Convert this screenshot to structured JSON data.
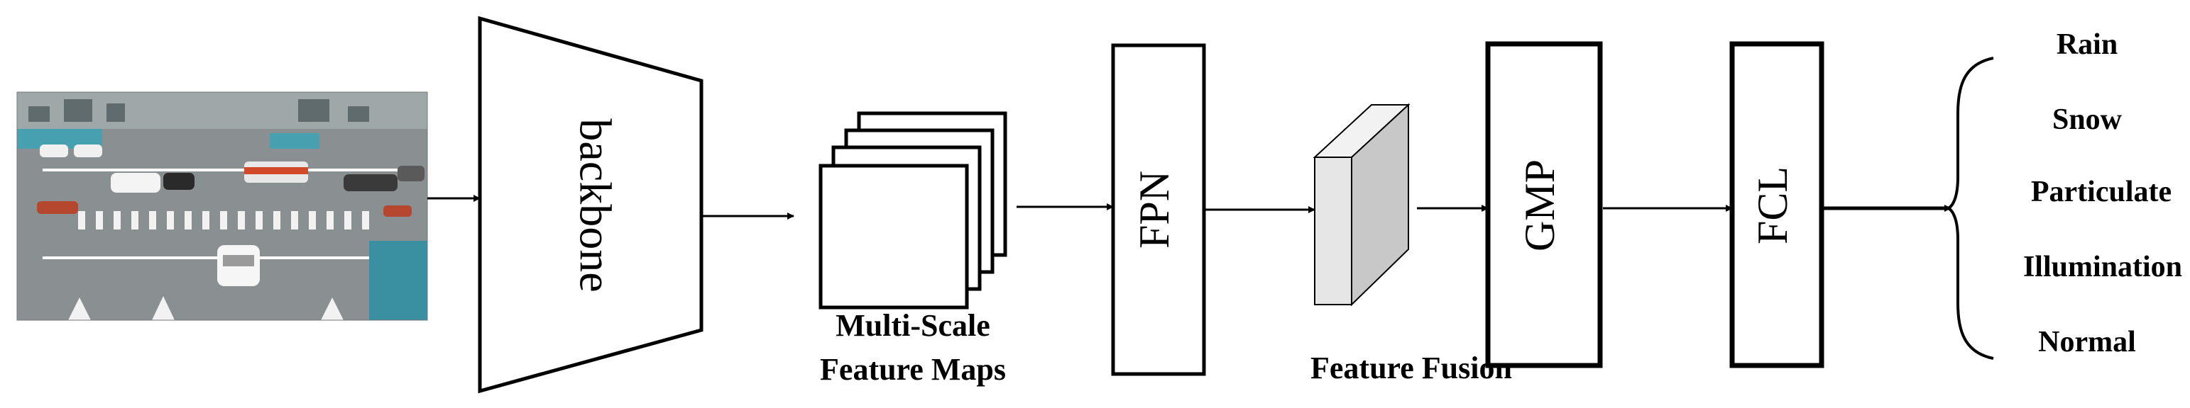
{
  "diagram": {
    "backbone_label": "backbone",
    "feature_maps_label": [
      "Multi-Scale",
      "Feature Maps"
    ],
    "fpn_label": "FPN",
    "fusion_label": "Feature Fusion",
    "gmp_label": "GMP",
    "fcl_label": "FCL",
    "classes": [
      "Rain",
      "Snow",
      "Particulate",
      "Illumination",
      "Normal"
    ]
  },
  "colors": {
    "stroke": "#000000",
    "cube_front": "#e6e6e6",
    "cube_top": "#f2f2f2",
    "cube_side": "#c8c8c8"
  }
}
